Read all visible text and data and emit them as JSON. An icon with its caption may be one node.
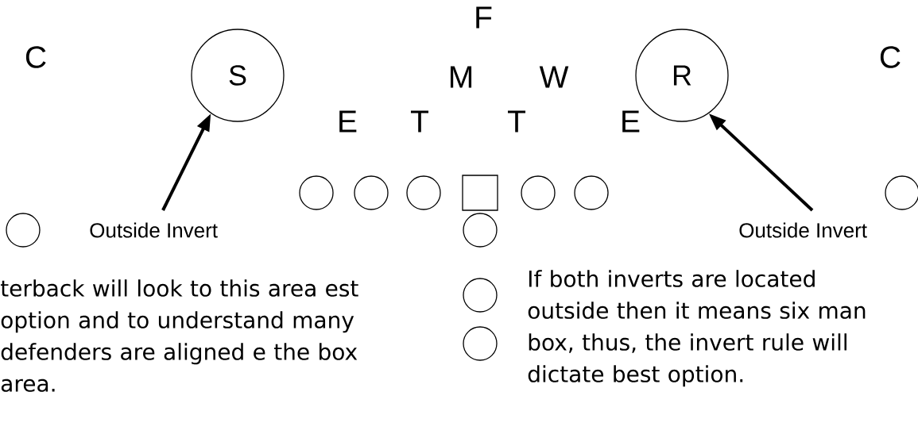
{
  "diagram": {
    "nodes": [
      {
        "text": [
          "S"
        ]
      },
      {
        "text": [
          "R"
        ]
      },
      {
        "text": [],
        "shape": "circle"
      },
      {
        "text": [],
        "shape": "circle"
      },
      {
        "text": [],
        "shape": "circle"
      },
      {
        "text": [],
        "shape": "box"
      },
      {
        "text": [],
        "shape": "circle"
      },
      {
        "text": [],
        "shape": "circle"
      },
      {
        "text": [],
        "shape": "circle"
      },
      {
        "text": [],
        "shape": "circle"
      },
      {
        "text": [],
        "shape": "circle"
      },
      {
        "text": [],
        "shape": "circle"
      },
      {
        "text": [],
        "shape": "circle"
      },
      {
        "text": [
          "Outside Invert"
        ]
      },
      {
        "text": [
          "Outside Invert"
        ]
      }
    ],
    "edges": [
      {
        "from": 13,
        "to": 0,
        "arrow": "to"
      },
      {
        "from": 14,
        "to": 1,
        "arrow": "to"
      }
    ],
    "labels": [
      "F",
      "C",
      "M",
      "W",
      "C",
      "E",
      "T",
      "T",
      "E",
      "terback will look to this area est option and to understand many defenders are aligned e the box area.",
      "If both inverts are located outside then it means six man box, thus, the invert rule will dictate best option."
    ]
  }
}
